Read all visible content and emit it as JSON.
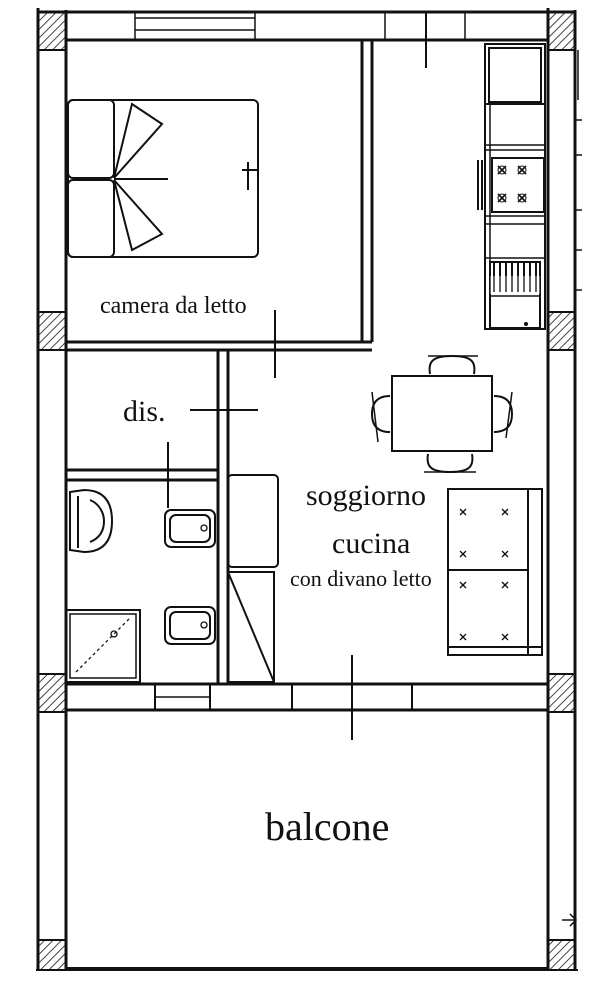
{
  "rooms": {
    "bedroom": "camera da letto",
    "hall": "dis.",
    "living_line1": "soggiorno",
    "living_line2": "cucina",
    "living_line3": "con divano letto",
    "balcony": "balcone"
  }
}
